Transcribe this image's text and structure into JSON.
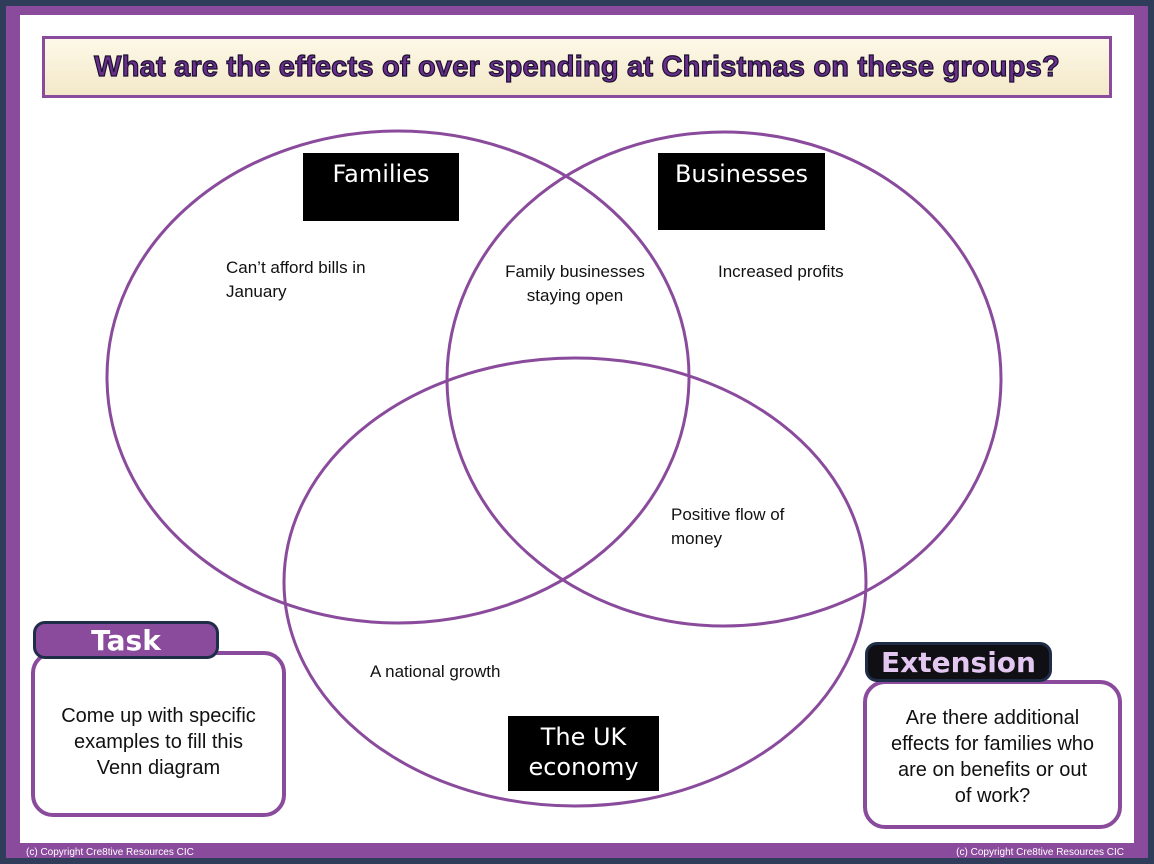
{
  "title": "What are the effects of over spending at Christmas on these groups?",
  "venn": {
    "sets": [
      {
        "label": "Families"
      },
      {
        "label": "Businesses"
      },
      {
        "label": "The UK economy"
      }
    ],
    "label_uk_line1": "The UK",
    "label_uk_line2": "economy",
    "regions": {
      "families_only": "Can’t afford bills in January",
      "families_businesses": "Family businesses staying open",
      "businesses_only": "Increased profits",
      "businesses_economy": "Positive flow of money",
      "economy_only": "A national growth"
    },
    "circle_color": "#8a4b9c"
  },
  "task": {
    "label": "Task",
    "text": "Come up with specific examples to fill this Venn diagram"
  },
  "extension": {
    "label": "Extension",
    "text": "Are there additional effects for families who are on benefits or out of work?"
  },
  "copyright": "(c) Copyright Cre8tive Resources CIC"
}
